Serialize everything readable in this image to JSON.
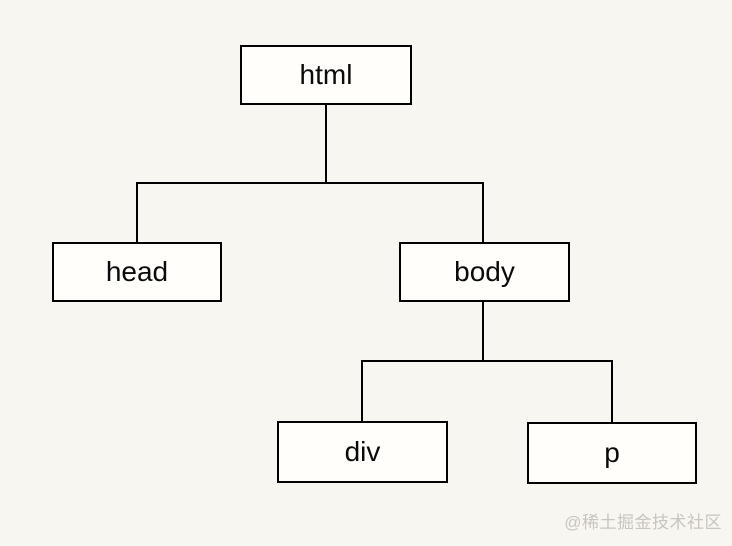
{
  "diagram": {
    "type": "tree",
    "nodes": [
      {
        "id": "html",
        "label": "html"
      },
      {
        "id": "head",
        "label": "head"
      },
      {
        "id": "body",
        "label": "body"
      },
      {
        "id": "div",
        "label": "div"
      },
      {
        "id": "p",
        "label": "p"
      }
    ],
    "edges": [
      {
        "from": "html",
        "to": "head"
      },
      {
        "from": "html",
        "to": "body"
      },
      {
        "from": "body",
        "to": "div"
      },
      {
        "from": "body",
        "to": "p"
      }
    ]
  },
  "watermark": {
    "text": "@稀土掘金技术社区"
  },
  "colors": {
    "background": "#f8f6f0",
    "node_fill": "#fffefb",
    "node_border": "#000000",
    "connector": "#000000",
    "watermark_text": "#c9c5bc"
  }
}
